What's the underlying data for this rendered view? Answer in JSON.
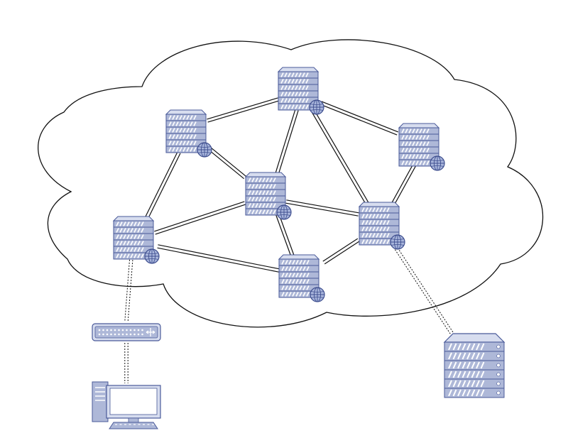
{
  "diagram": {
    "cloud": {
      "name": "internet-cloud",
      "fill": "#ffffff",
      "stroke": "#111111"
    },
    "nodes": [
      {
        "id": "router-top",
        "kind": "cloud-router"
      },
      {
        "id": "router-upper-left",
        "kind": "cloud-router"
      },
      {
        "id": "router-right",
        "kind": "cloud-router"
      },
      {
        "id": "router-center",
        "kind": "cloud-router"
      },
      {
        "id": "router-left",
        "kind": "cloud-router"
      },
      {
        "id": "router-lower-right",
        "kind": "cloud-router"
      },
      {
        "id": "router-bottom",
        "kind": "cloud-router"
      },
      {
        "id": "network-switch",
        "kind": "switch"
      },
      {
        "id": "workstation",
        "kind": "desktop-computer"
      },
      {
        "id": "server-rack",
        "kind": "server"
      }
    ],
    "links": [
      {
        "from": "router-top",
        "to": "router-upper-left",
        "style": "double"
      },
      {
        "from": "router-top",
        "to": "router-right",
        "style": "double"
      },
      {
        "from": "router-top",
        "to": "router-center",
        "style": "double"
      },
      {
        "from": "router-top",
        "to": "router-lower-right",
        "style": "double"
      },
      {
        "from": "router-upper-left",
        "to": "router-center",
        "style": "double"
      },
      {
        "from": "router-upper-left",
        "to": "router-left",
        "style": "double"
      },
      {
        "from": "router-right",
        "to": "router-lower-right",
        "style": "double"
      },
      {
        "from": "router-center",
        "to": "router-left",
        "style": "double"
      },
      {
        "from": "router-center",
        "to": "router-lower-right",
        "style": "double"
      },
      {
        "from": "router-center",
        "to": "router-bottom",
        "style": "double"
      },
      {
        "from": "router-left",
        "to": "router-bottom",
        "style": "double"
      },
      {
        "from": "router-lower-right",
        "to": "router-bottom",
        "style": "double"
      },
      {
        "from": "router-left",
        "to": "network-switch",
        "style": "dashed"
      },
      {
        "from": "network-switch",
        "to": "workstation",
        "style": "dashed"
      },
      {
        "from": "router-lower-right",
        "to": "server-rack",
        "style": "dashed"
      }
    ],
    "colors": {
      "device_fill": "#aeb8d8",
      "device_stroke": "#4a5a99",
      "device_light": "#d7ddef",
      "stripe": "#ffffff",
      "globe_fill": "#a9b6dc",
      "globe_stroke": "#3f4f8f",
      "link": "#111111"
    }
  }
}
